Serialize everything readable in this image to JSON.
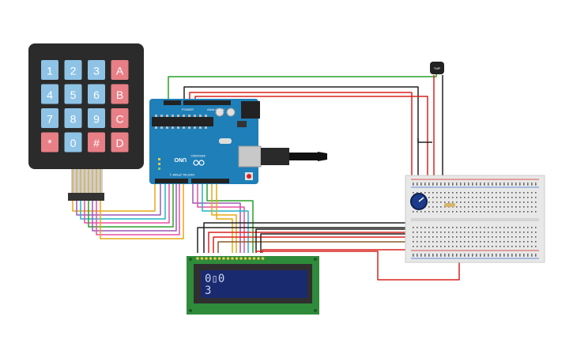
{
  "keypad": {
    "keys": [
      "1",
      "2",
      "3",
      "A",
      "4",
      "5",
      "6",
      "B",
      "7",
      "8",
      "9",
      "C",
      "*",
      "0",
      "#",
      "D"
    ]
  },
  "arduino": {
    "logo_text": "UNO",
    "brand_text": "ARDUINO",
    "header_digital": "DIGITAL (PWM~)",
    "header_power": "POWER",
    "header_analog": "ANALOG IN"
  },
  "lcd": {
    "line1": "0▯0",
    "line2": "3"
  },
  "sensor": {
    "label": "TMP"
  },
  "colors": {
    "keypad_body": "#2b2b2b",
    "key_number": "#8ec3e6",
    "key_letter": "#e87f86",
    "arduino_board": "#1f7fb8",
    "lcd_bezel": "#2e8b3a",
    "lcd_screen": "#1a2a6e",
    "breadboard": "#e8e8e8",
    "wire_red": "#d9231f",
    "wire_black": "#222222",
    "wire_green": "#2aa02a"
  }
}
